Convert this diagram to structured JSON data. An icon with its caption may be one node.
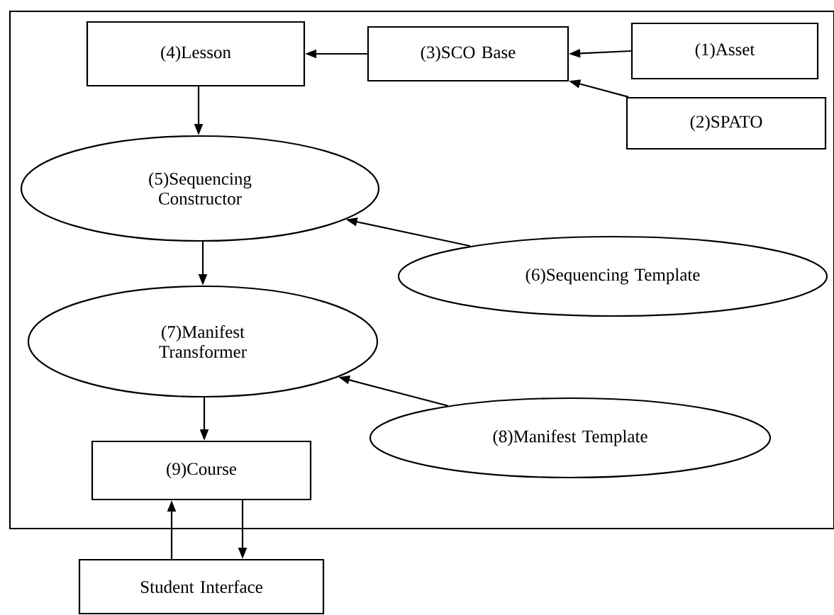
{
  "diagram": {
    "nodes": [
      {
        "text": [],
        "shape": "box"
      },
      {
        "text": [
          "(1)Asset"
        ],
        "in": 0
      },
      {
        "text": [
          "(2)SPATO"
        ],
        "in": 0
      },
      {
        "text": [
          "(3)SCO Base"
        ],
        "in": 0
      },
      {
        "text": [
          "(4)Lesson"
        ],
        "in": 0
      },
      {
        "text": [
          "(5)Sequencing Constructor"
        ],
        "in": 0
      },
      {
        "text": [
          "(6)Sequencing Template"
        ],
        "in": 0
      },
      {
        "text": [
          "(7)Manifest Transformer"
        ],
        "in": 0
      },
      {
        "text": [
          "(8)Manifest Template"
        ],
        "in": 0
      },
      {
        "text": [
          "(9)Course"
        ],
        "in": 0
      },
      {
        "text": [
          "Student Interface"
        ]
      }
    ],
    "edges": [
      {
        "from": 1,
        "to": 3,
        "arrow": "to"
      },
      {
        "from": 2,
        "to": 3,
        "arrow": "to"
      },
      {
        "from": 3,
        "to": 4,
        "arrow": "to"
      },
      {
        "from": 4,
        "to": 5,
        "arrow": "to"
      },
      {
        "from": 6,
        "to": 5,
        "arrow": "to"
      },
      {
        "from": 5,
        "to": 7,
        "arrow": "to"
      },
      {
        "from": 8,
        "to": 7,
        "arrow": "to"
      },
      {
        "from": 7,
        "to": 9,
        "arrow": "to"
      },
      {
        "from": 10,
        "to": 9,
        "arrow": "to"
      },
      {
        "from": 9,
        "to": 10,
        "arrow": "to"
      }
    ]
  }
}
